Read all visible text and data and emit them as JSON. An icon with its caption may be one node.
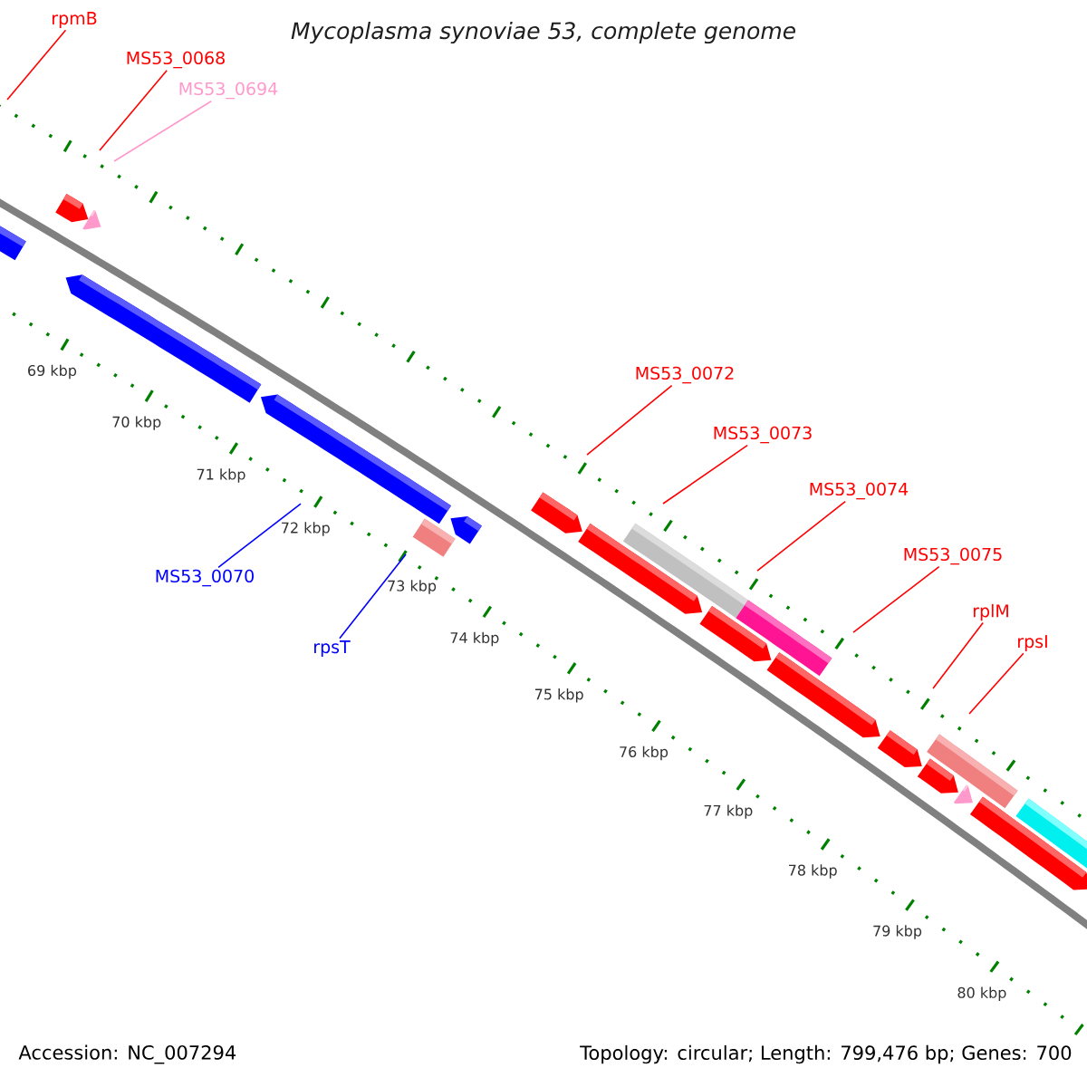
{
  "diagram": {
    "title": "Mycoplasma synoviae 53, complete genome",
    "nodes": [
      {
        "text": [
          "rpmB"
        ]
      },
      {
        "text": [
          "MS53_0068"
        ]
      },
      {
        "text": [
          "MS53_0694"
        ]
      },
      {
        "text": [
          "MS53_0072"
        ]
      },
      {
        "text": [
          "MS53_0073"
        ]
      },
      {
        "text": [
          "MS53_0074"
        ]
      },
      {
        "text": [
          "MS53_0075"
        ]
      },
      {
        "text": [
          "MS53_0070"
        ]
      },
      {
        "text": [
          "rplM"
        ]
      },
      {
        "text": [
          "rpsI"
        ]
      },
      {
        "text": [
          "rpsT"
        ]
      }
    ],
    "edges": [
      {
        "from": 0,
        "to": null,
        "arrow": "none"
      },
      {
        "from": 1,
        "to": null,
        "arrow": "none"
      },
      {
        "from": 2,
        "to": null,
        "arrow": "none",
        "color": "#ff99cc"
      },
      {
        "from": 3,
        "to": null,
        "arrow": "none"
      },
      {
        "from": 4,
        "to": null,
        "arrow": "none"
      },
      {
        "from": 5,
        "to": null,
        "arrow": "none"
      },
      {
        "from": 6,
        "to": null,
        "arrow": "none"
      },
      {
        "from": 7,
        "to": null,
        "arrow": "none",
        "color": "#0000ff"
      },
      {
        "from": 8,
        "to": null,
        "arrow": "none"
      },
      {
        "from": 9,
        "to": null,
        "arrow": "none"
      },
      {
        "from": 10,
        "to": null,
        "arrow": "none",
        "color": "#0000ff"
      }
    ],
    "labels": [
      "69 kbp",
      "70 kbp",
      "71 kbp",
      "72 kbp",
      "73 kbp",
      "74 kbp",
      "75 kbp",
      "76 kbp",
      "77 kbp",
      "78 kbp",
      "79 kbp",
      "80 kbp",
      "Accession: NC_007294",
      "Topology: circular; Length: 799,476 bp; Genes: 700"
    ]
  }
}
